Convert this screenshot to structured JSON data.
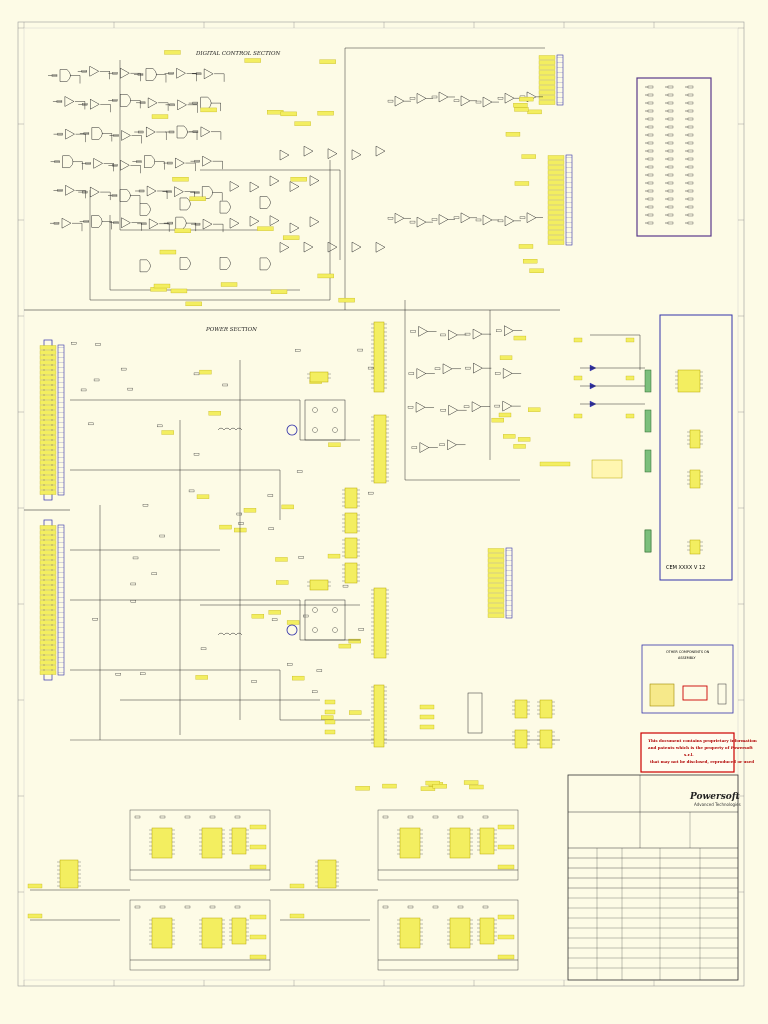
{
  "sections": {
    "digital_control": "DIGITAL CONTROL SECTION",
    "power": "POWER SECTION"
  },
  "other_components": {
    "title": "OTHER COMPONENTS ON",
    "subtitle": "ASSEMBLY"
  },
  "sub_board_label": "CEM XXXX V 12",
  "proprietary_notice": [
    "This document contains proprietary information",
    "and patents which is the property of Powersoft",
    "s.r.l.",
    "that may not be disclosed, reproduced or used"
  ],
  "title_block": {
    "brand": "Powersoft",
    "tagline": "Advanced Technologies"
  },
  "colors": {
    "sheet": "#fdfbe6",
    "wire": "#1a1a1a",
    "component": "#2a2a2a",
    "label_fill": "#f3ee60",
    "label_stroke": "#b8a800",
    "accent_blue": "#3333aa",
    "purple_box": "#5a3a8a",
    "red_notice": "#cc0000",
    "gray": "#888888"
  }
}
